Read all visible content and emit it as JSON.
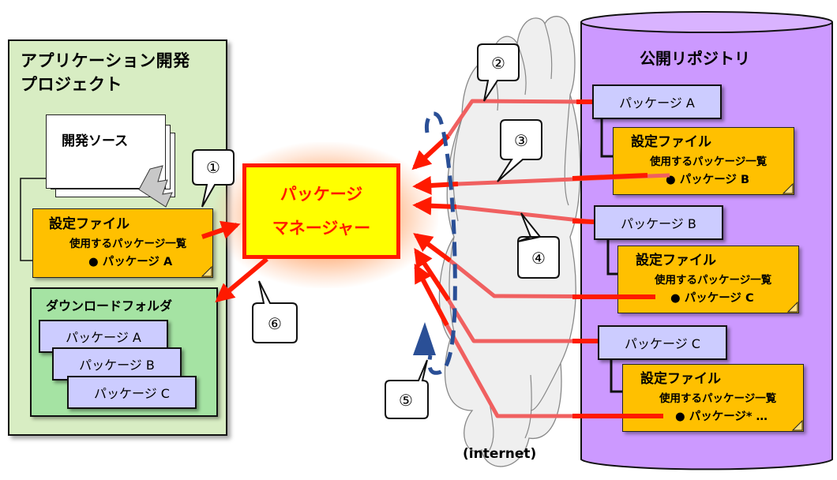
{
  "project": {
    "title_line1": "アプリケーション開発",
    "title_line2": "プロジェクト",
    "source_label": "開発ソース",
    "config_file": {
      "title": "設定ファイル",
      "subtitle": "使用するパッケージ一覧",
      "item": "● パッケージ A"
    },
    "download_folder": {
      "title": "ダウンロードフォルダ",
      "packages": [
        "パッケージ A",
        "パッケージ B",
        "パッケージ C"
      ]
    }
  },
  "package_manager": {
    "line1": "パッケージ",
    "line2": "マネージャー"
  },
  "network_label": "(internet)",
  "repository": {
    "title": "公開リポジトリ",
    "packages": [
      {
        "name": "パッケージ A",
        "config_title": "設定ファイル",
        "config_subtitle": "使用するパッケージ一覧",
        "config_item": "● パッケージ B"
      },
      {
        "name": "パッケージ B",
        "config_title": "設定ファイル",
        "config_subtitle": "使用するパッケージ一覧",
        "config_item": "● パッケージ C"
      },
      {
        "name": "パッケージ C",
        "config_title": "設定ファイル",
        "config_subtitle": "使用するパッケージ一覧",
        "config_item": "● パッケージ* …"
      }
    ]
  },
  "steps": [
    "①",
    "②",
    "③",
    "④",
    "⑤",
    "⑥"
  ],
  "colors": {
    "project_bg": "#d8edc3",
    "config_note": "#ffc000",
    "download_folder": "#a5e3a3",
    "package_box": "#ccccff",
    "manager_fill": "#ffff00",
    "manager_accent": "#ff1a00",
    "repository": "#cc99ff",
    "cloud": "#efefef",
    "flow_arrow": "#ff1a00",
    "flow_line": "#f06060",
    "loop_arrow": "#2a4f96"
  }
}
